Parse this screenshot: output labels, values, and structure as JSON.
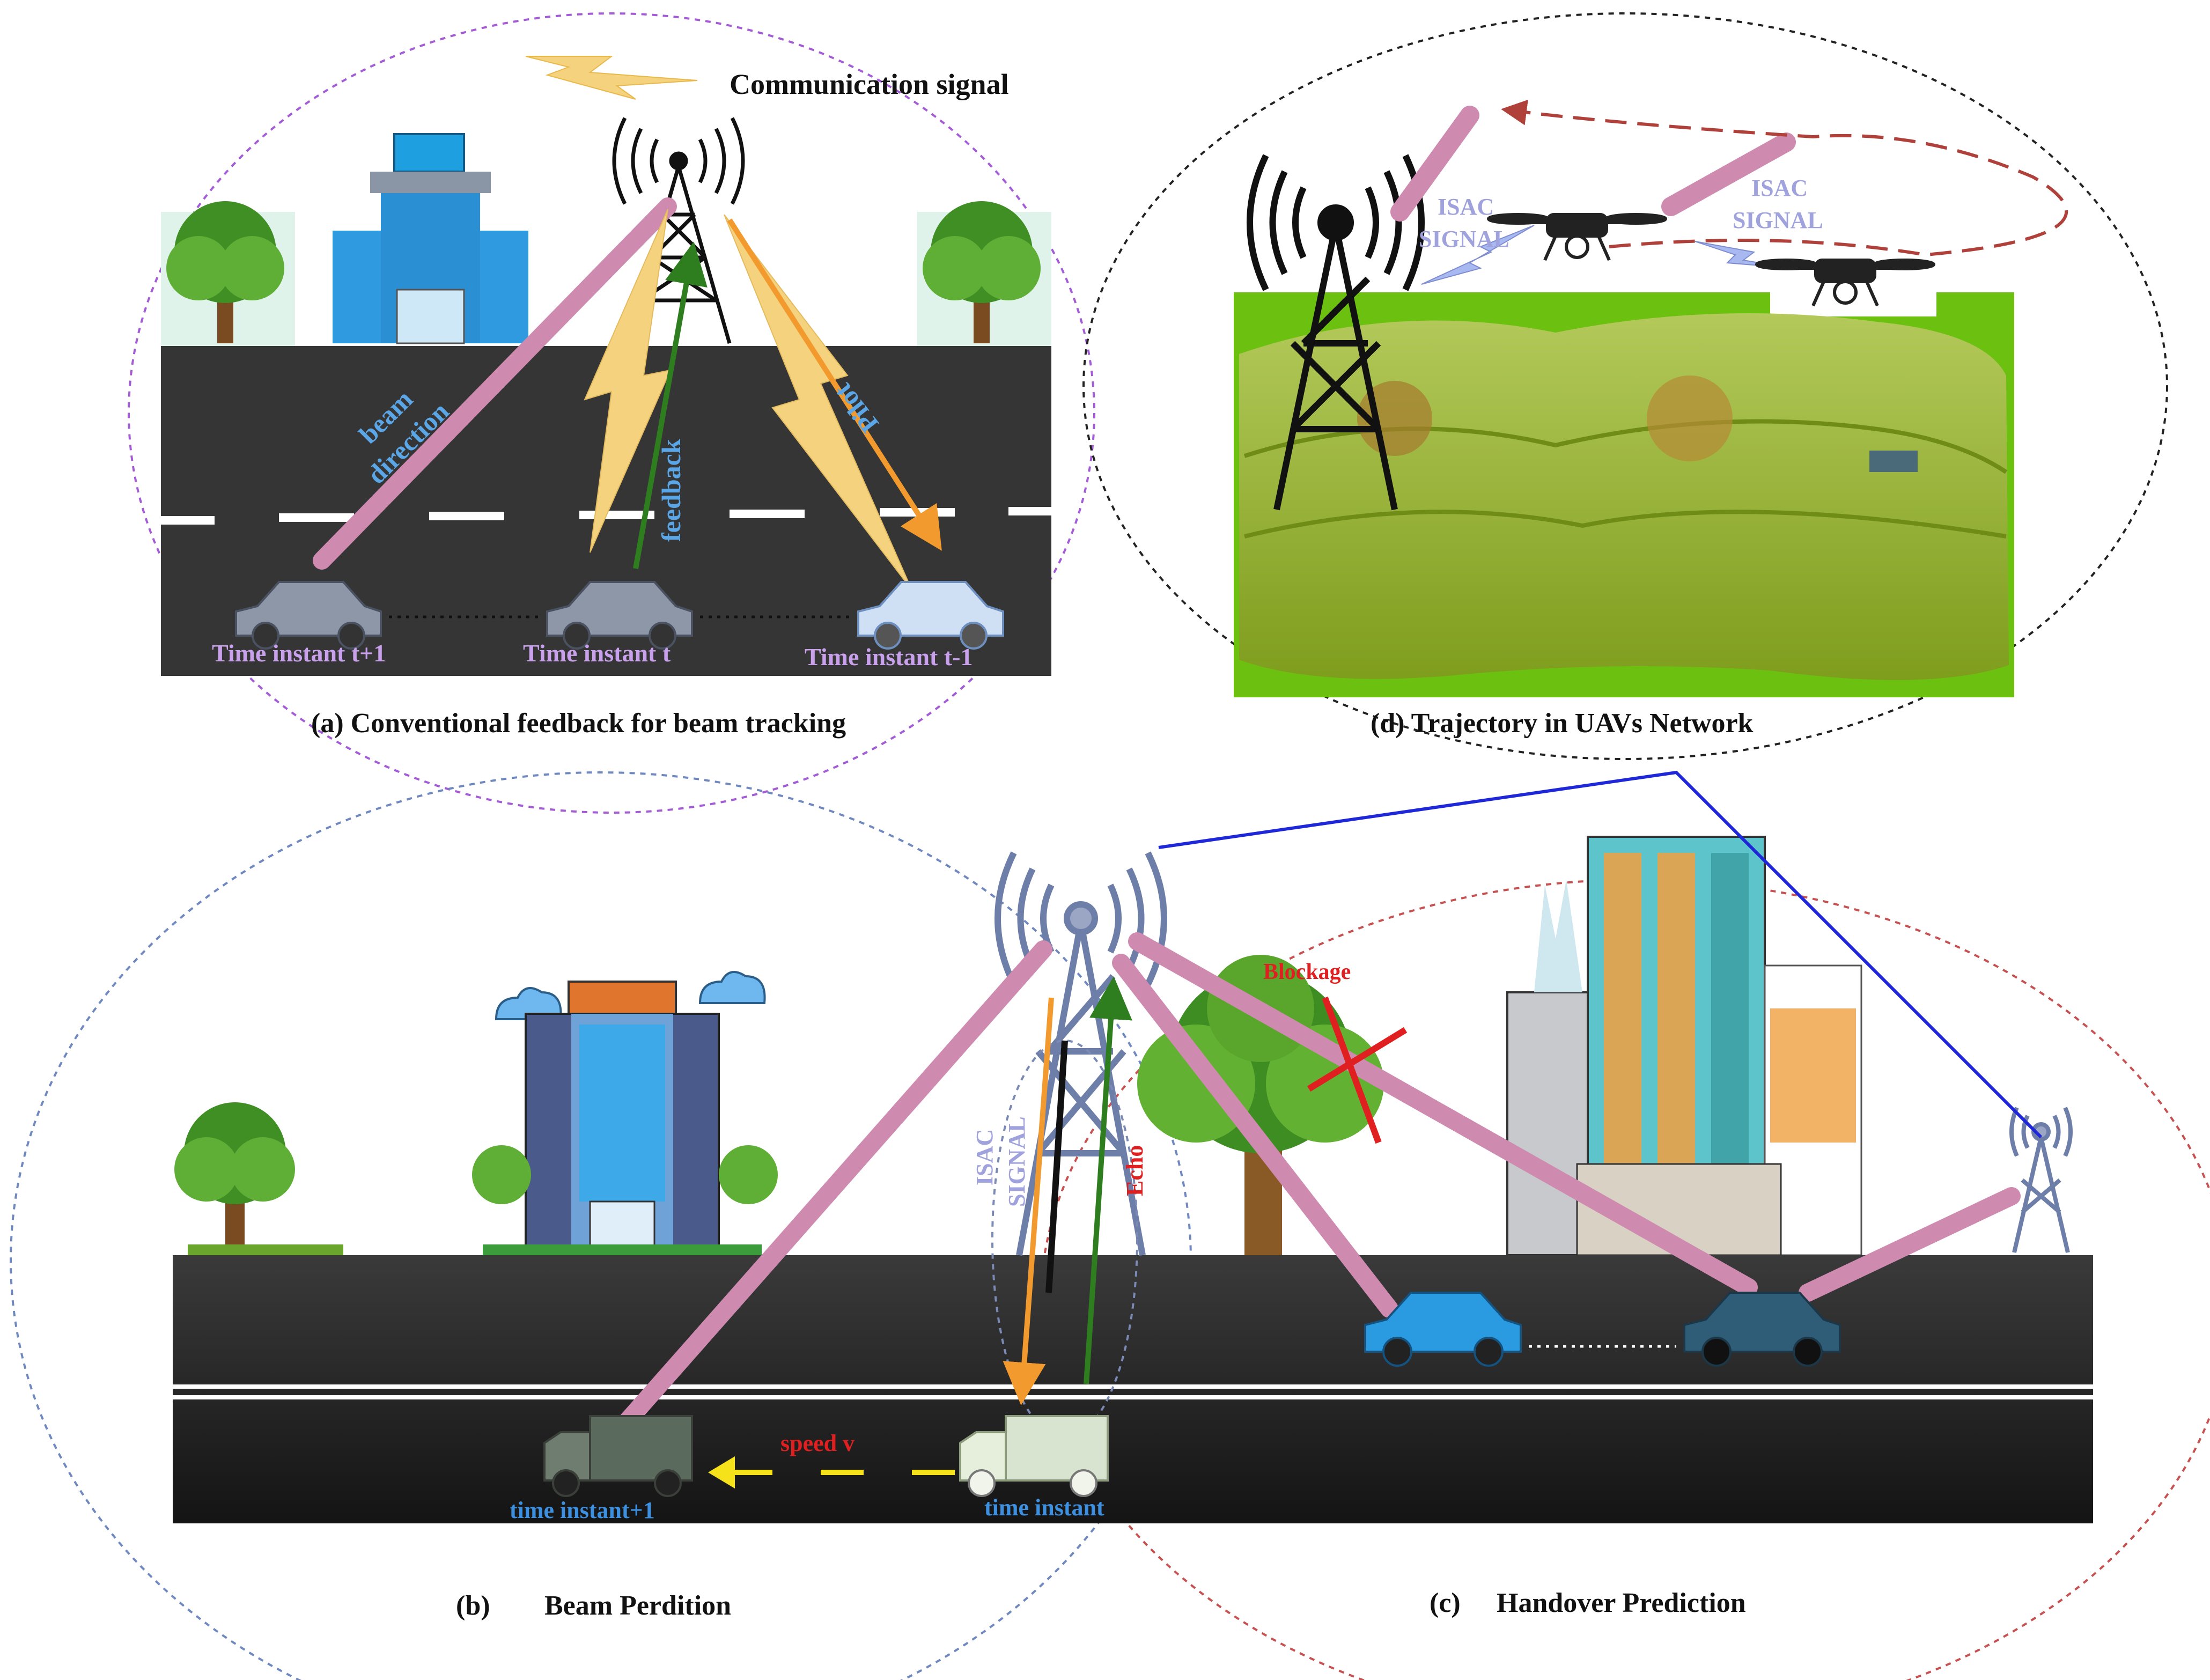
{
  "legend": {
    "communication_signal": "Communication signal"
  },
  "panel_a": {
    "caption": "(a) Conventional feedback  for beam tracking",
    "beam_direction_1": "beam",
    "beam_direction_2": "direction",
    "feedback": "feedback",
    "pilot": "Pilot",
    "time_t_plus_1": "Time instant t+1",
    "time_t": "Time instant t",
    "time_t_minus_1": "Time instant t-1"
  },
  "panel_d": {
    "caption": "(d)  Trajectory in UAVs Network",
    "isac_1_line1": "ISAC",
    "isac_1_line2": "SIGNAL",
    "isac_2_line1": "ISAC",
    "isac_2_line2": "SIGNAL"
  },
  "panel_b": {
    "caption_tag": "(b)",
    "caption_title": "Beam Perdition",
    "isac_line1": "ISAC",
    "isac_line2": "SIGNAL",
    "echo": "Echo",
    "speed": "speed v",
    "time_instant_plus_1": "time instant+1",
    "time_instant": "time instant"
  },
  "panel_c": {
    "caption_tag": "(c)",
    "caption_title": "Handover Prediction",
    "blockage": "Blockage"
  },
  "colors": {
    "road": "#2b2b2b",
    "beam": "#c98aa8",
    "feedback_green": "#2e7d1f",
    "pilot_orange": "#f29a2e",
    "signal_yellow": "#f3d37a",
    "label_blue": "#5aa6e6",
    "label_purple": "#c9a0ec",
    "isac_lavender": "#9fa2dd",
    "red": "#e02020",
    "grass": "#7db62a"
  }
}
